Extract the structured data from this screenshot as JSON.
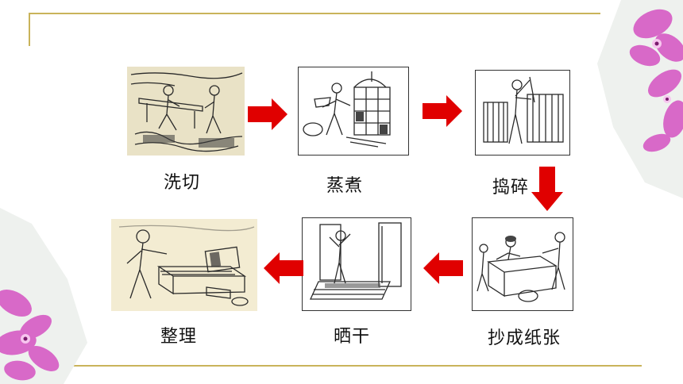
{
  "steps": [
    {
      "label": "洗切"
    },
    {
      "label": "蒸煮"
    },
    {
      "label": "捣碎"
    },
    {
      "label": "抄成纸张"
    },
    {
      "label": "晒干"
    },
    {
      "label": "整理"
    }
  ],
  "colors": {
    "arrow": "#e00000",
    "gold_line": "#c9b35a",
    "ink": "#2a2a2a",
    "paper_tint": "#f3ecd2",
    "flower": "#d65bc4"
  },
  "icons": [
    "arrow-right-icon",
    "arrow-down-icon",
    "arrow-left-icon",
    "flower-icon"
  ]
}
